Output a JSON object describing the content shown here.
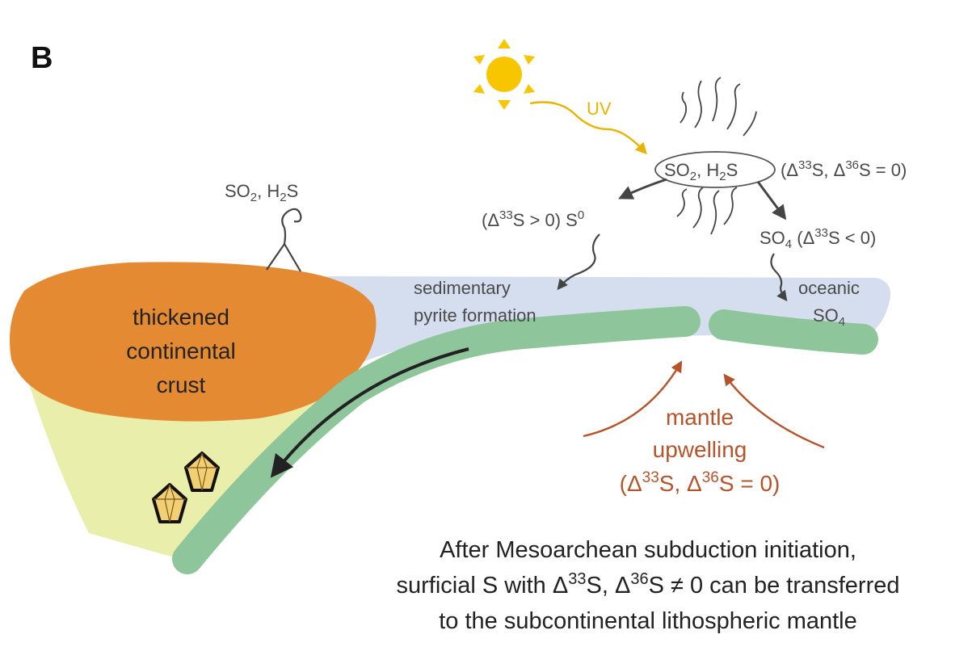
{
  "panel_label": "B",
  "colors": {
    "ocean": "#d4deee",
    "crust": "#e48a33",
    "mantle_wedge": "#e9eeaa",
    "slab": "#8fc59a",
    "sun": "#f7c600",
    "uv": "#e8b400",
    "arrow_dark": "#222222",
    "arrow_grey": "#555555",
    "upwelling": "#b5532a",
    "diamond": "#f2cf73"
  },
  "icons": [
    "sun-icon",
    "diamond-icon",
    "squiggle-icon"
  ],
  "labels": {
    "uv": "UV",
    "atm_gas_1": "SO",
    "atm_gas_1_sub": "2",
    "atm_gas_2": ", H",
    "atm_gas_2_sub": "2",
    "atm_gas_3": "S",
    "atm_gas_delta": "(Δ",
    "atm_gas_delta_sup1": "33",
    "atm_gas_delta_mid": "S, Δ",
    "atm_gas_delta_sup2": "36",
    "atm_gas_delta_end": "S  = 0)",
    "volcanic_gas_1": "SO",
    "volcanic_gas_1_sub": "2",
    "volcanic_gas_2": ", H",
    "volcanic_gas_2_sub": "2",
    "volcanic_gas_3": "S",
    "s0_open": "(Δ",
    "s0_sup": "33",
    "s0_mid": "S > 0) S",
    "s0_sup2": "0",
    "so4_main": "SO",
    "so4_sub": "4",
    "so4_open": " (Δ",
    "so4_sup": "33",
    "so4_end": "S < 0)",
    "sedimentary_line1": "sedimentary",
    "sedimentary_line2": "pyrite formation",
    "oceanic_line1": "oceanic",
    "oceanic_line2_main": "SO",
    "oceanic_line2_sub": "4",
    "crust_line1": "thickened",
    "crust_line2": "continental",
    "crust_line3": "crust",
    "upwelling_line1": "mantle",
    "upwelling_line2": "upwelling",
    "upwelling_line3_open": "(Δ",
    "upwelling_line3_sup1": "33",
    "upwelling_line3_mid": "S, Δ",
    "upwelling_line3_sup2": "36",
    "upwelling_line3_end": "S = 0)",
    "caption_line1": "After Mesoarchean subduction initiation,",
    "caption_line2_pre": "surficial S with Δ",
    "caption_line2_sup1": "33",
    "caption_line2_mid": "S, Δ",
    "caption_line2_sup2": "36",
    "caption_line2_end": "S ≠ 0 can be transferred",
    "caption_line3": "to the subcontinental lithospheric mantle"
  }
}
